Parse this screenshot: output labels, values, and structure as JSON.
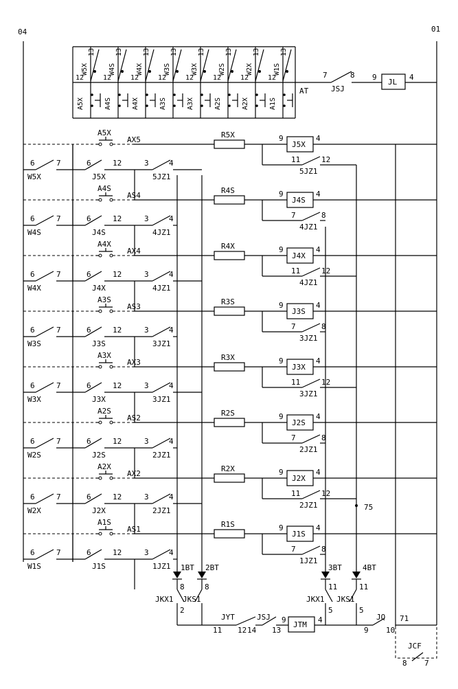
{
  "rails": {
    "left": "04",
    "right": "01"
  },
  "top_row": {
    "contacts": [
      "W5X",
      "W4S",
      "W4X",
      "W3S",
      "W3X",
      "W2S",
      "W2X",
      "W1S"
    ],
    "buttons": [
      "A5X",
      "A4S",
      "A4X",
      "A3S",
      "A3X",
      "A2S",
      "A2X",
      "A1S"
    ],
    "pin_upper": "13",
    "pin_lower": "12",
    "at_label": "AT",
    "jsj_label": "JSJ",
    "jsj_pins": [
      "7",
      "8"
    ],
    "jl_label": "JL",
    "jl_pins": [
      "9",
      "4"
    ]
  },
  "floors": [
    {
      "button": "A5X",
      "ax": "AX5",
      "res": "R5X",
      "relay": "J5X",
      "contact": "5JZ1",
      "cpins": [
        "11",
        "12"
      ],
      "w": null,
      "jcontact": null,
      "jz": null
    },
    {
      "button": "A4S",
      "ax": "AS4",
      "res": "R4S",
      "relay": "J4S",
      "contact": "4JZ1",
      "cpins": [
        "7",
        "8"
      ],
      "w": "W5X",
      "jcontact": "J5X",
      "jz": "5JZ1"
    },
    {
      "button": "A4X",
      "ax": "AX4",
      "res": "R4X",
      "relay": "J4X",
      "contact": "4JZ1",
      "cpins": [
        "11",
        "12"
      ],
      "w": "W4S",
      "jcontact": "J4S",
      "jz": "4JZ1"
    },
    {
      "button": "A3S",
      "ax": "AS3",
      "res": "R3S",
      "relay": "J3S",
      "contact": "3JZ1",
      "cpins": [
        "7",
        "8"
      ],
      "w": "W4X",
      "jcontact": "J4X",
      "jz": "4JZ1"
    },
    {
      "button": "A3X",
      "ax": "AX3",
      "res": "R3X",
      "relay": "J3X",
      "contact": "3JZ1",
      "cpins": [
        "11",
        "12"
      ],
      "w": "W3S",
      "jcontact": "J3S",
      "jz": "3JZ1"
    },
    {
      "button": "A2S",
      "ax": "AS2",
      "res": "R2S",
      "relay": "J2S",
      "contact": "2JZ1",
      "cpins": [
        "7",
        "8"
      ],
      "w": "W3X",
      "jcontact": "J3X",
      "jz": "3JZ1"
    },
    {
      "button": "A2X",
      "ax": "AX2",
      "res": "R2X",
      "relay": "J2X",
      "contact": "2JZ1",
      "cpins": [
        "11",
        "12"
      ],
      "w": "W2S",
      "jcontact": "J2S",
      "jz": "2JZ1"
    },
    {
      "button": "A1S",
      "ax": "AS1",
      "res": "R1S",
      "relay": "J1S",
      "contact": "1JZ1",
      "cpins": [
        "7",
        "8"
      ],
      "w": "W2X",
      "jcontact": "J2X",
      "jz": "2JZ1"
    },
    {
      "button": null,
      "ax": null,
      "res": null,
      "relay": null,
      "contact": null,
      "cpins": null,
      "w": "W1S",
      "jcontact": "J1S",
      "jz": "1JZ1"
    }
  ],
  "pins": {
    "w": [
      "6",
      "7"
    ],
    "jc": [
      "6",
      "12"
    ],
    "jz": [
      "3",
      "4"
    ],
    "relay": [
      "9",
      "4"
    ]
  },
  "node_75": "75",
  "bottom": {
    "diodes": [
      "1BT",
      "2BT",
      "3BT",
      "4BT"
    ],
    "jkx1": "JKX1",
    "jks1": "JKS1",
    "pin_8": "8",
    "pin_2": "2",
    "pin_11": "11",
    "pin_5": "5",
    "jyt": "JYT",
    "jyt_pins": [
      "11",
      "12"
    ],
    "jsj": "JSJ",
    "jsj_pins": [
      "14",
      "13"
    ],
    "jtm": "JTM",
    "jtm_pins": [
      "9",
      "4"
    ],
    "jq": "JQ",
    "jq_pins": [
      "9",
      "10"
    ],
    "node_71": "71",
    "jcf": "JCF",
    "jcf_pins": [
      "8",
      "7"
    ]
  }
}
